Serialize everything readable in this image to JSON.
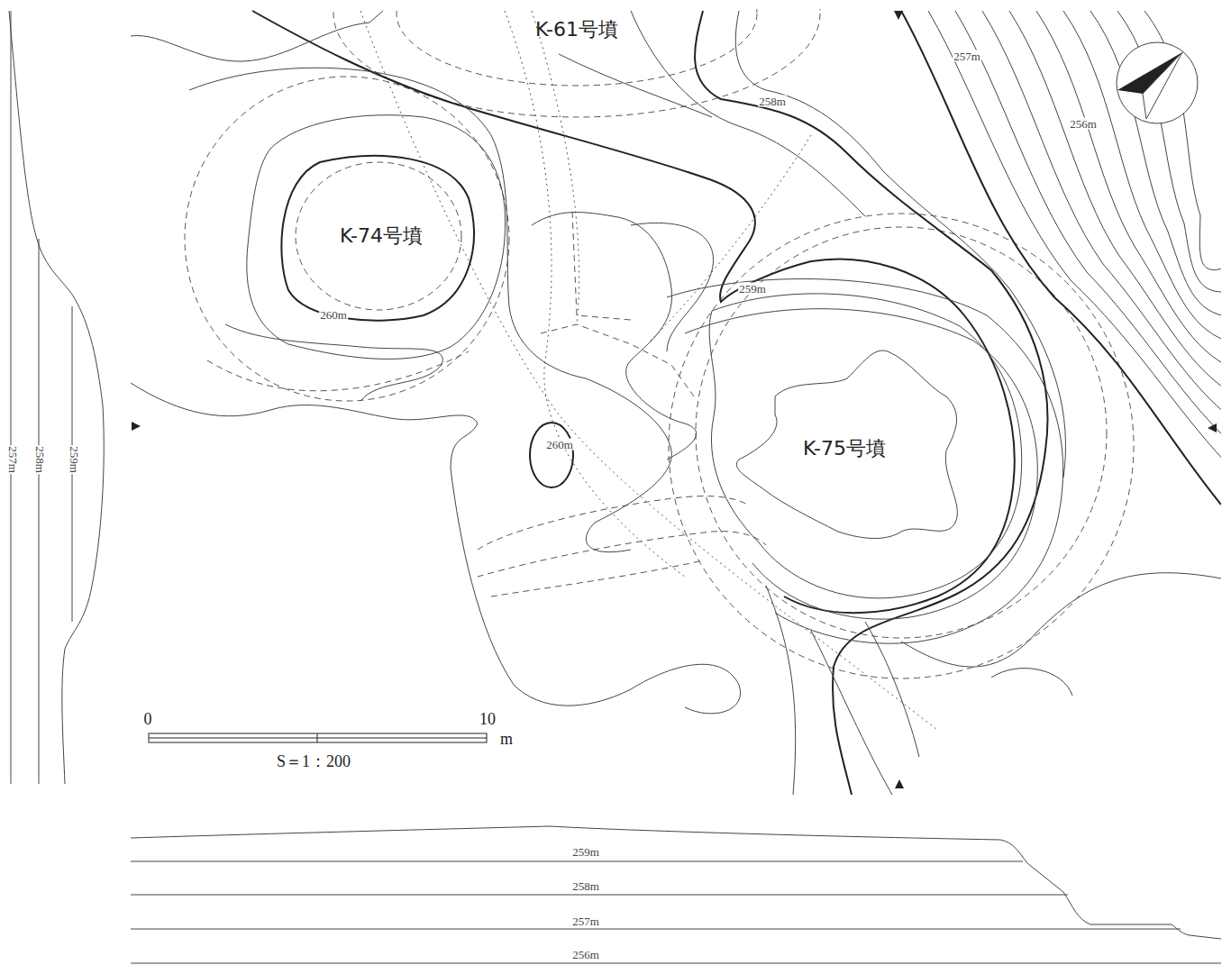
{
  "diagram": {
    "labels": [
      "K-61号墳",
      "257m",
      "258m",
      "256m",
      "K-74号墳",
      "259m",
      "260m",
      "260m",
      "K-75号墳",
      "0",
      "10",
      "m",
      "S＝1：200",
      "257m",
      "258m",
      "259m",
      "259m",
      "258m",
      "257m",
      "256m"
    ]
  }
}
